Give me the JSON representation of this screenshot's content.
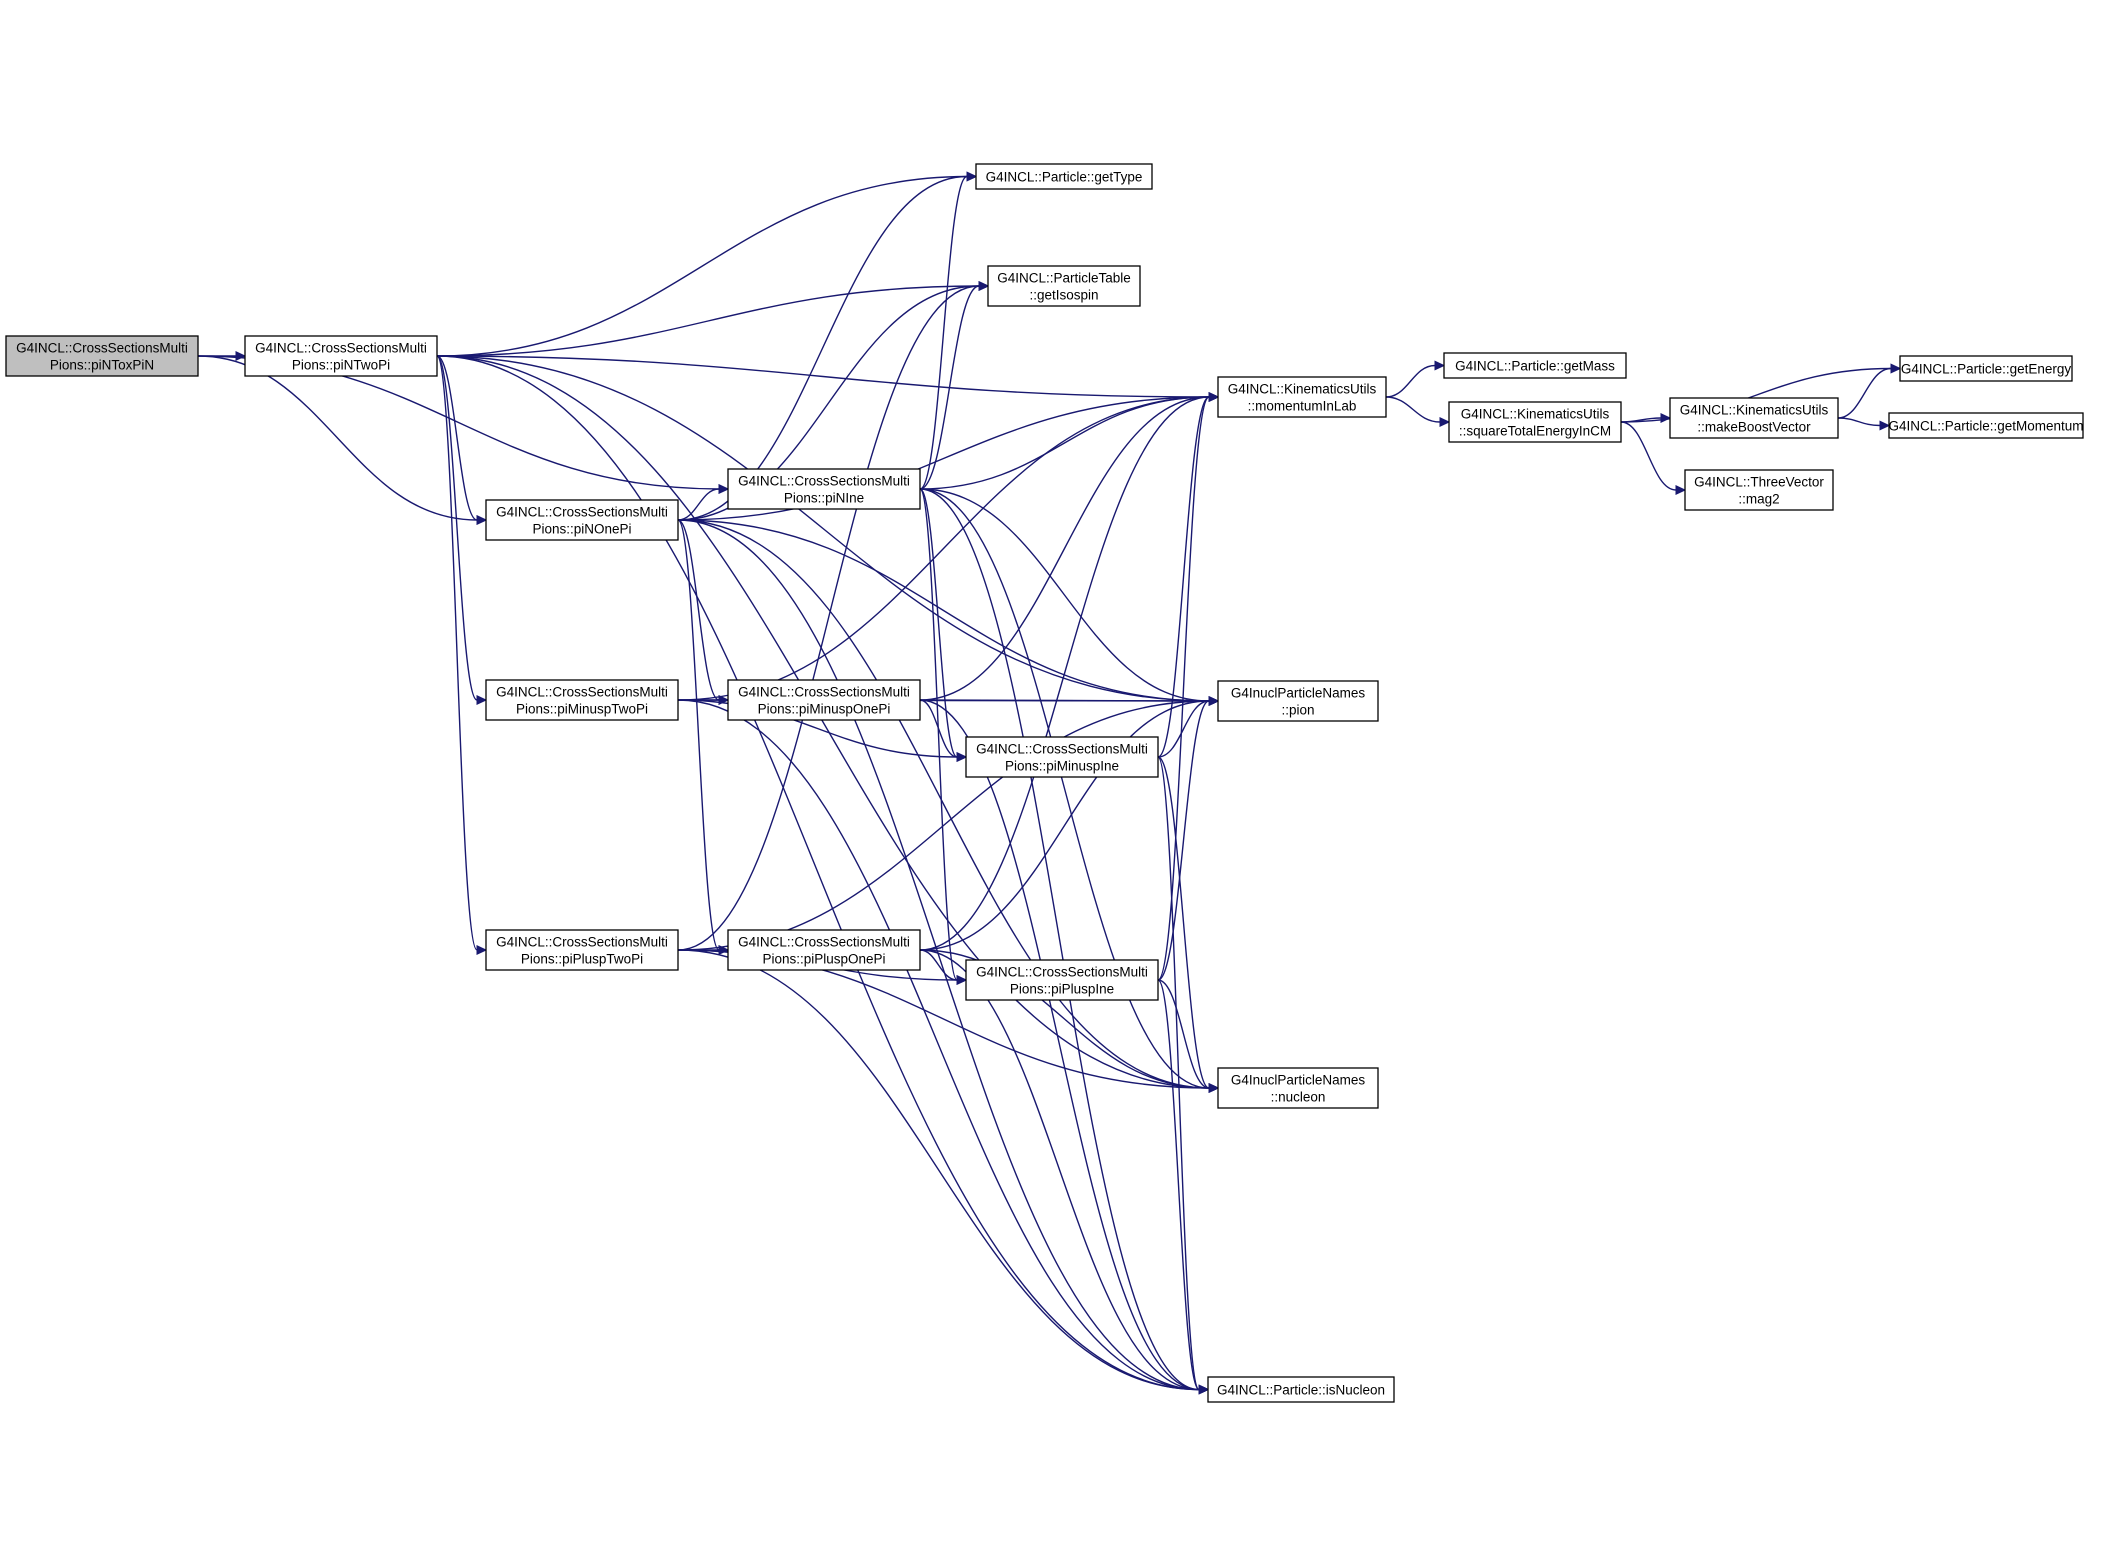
{
  "nodes": [
    {
      "id": "piNToxPiN",
      "lines": [
        "G4INCL::CrossSectionsMulti",
        "Pions::piNToxPiN"
      ],
      "root": true
    },
    {
      "id": "piNTwoPi",
      "lines": [
        "G4INCL::CrossSectionsMulti",
        "Pions::piNTwoPi"
      ]
    },
    {
      "id": "piNOnePi",
      "lines": [
        "G4INCL::CrossSectionsMulti",
        "Pions::piNOnePi"
      ]
    },
    {
      "id": "piMinuspTwoPi",
      "lines": [
        "G4INCL::CrossSectionsMulti",
        "Pions::piMinuspTwoPi"
      ]
    },
    {
      "id": "piPluspTwoPi",
      "lines": [
        "G4INCL::CrossSectionsMulti",
        "Pions::piPluspTwoPi"
      ]
    },
    {
      "id": "piNIne",
      "lines": [
        "G4INCL::CrossSectionsMulti",
        "Pions::piNIne"
      ]
    },
    {
      "id": "piMinuspOnePi",
      "lines": [
        "G4INCL::CrossSectionsMulti",
        "Pions::piMinuspOnePi"
      ]
    },
    {
      "id": "piPluspOnePi",
      "lines": [
        "G4INCL::CrossSectionsMulti",
        "Pions::piPluspOnePi"
      ]
    },
    {
      "id": "piMinuspIne",
      "lines": [
        "G4INCL::CrossSectionsMulti",
        "Pions::piMinuspIne"
      ]
    },
    {
      "id": "piPluspIne",
      "lines": [
        "G4INCL::CrossSectionsMulti",
        "Pions::piPluspIne"
      ]
    },
    {
      "id": "getType",
      "lines": [
        "G4INCL::Particle::getType"
      ]
    },
    {
      "id": "getIsospin",
      "lines": [
        "G4INCL::ParticleTable",
        "::getIsospin"
      ]
    },
    {
      "id": "momentumInLab",
      "lines": [
        "G4INCL::KinematicsUtils",
        "::momentumInLab"
      ]
    },
    {
      "id": "pion",
      "lines": [
        "G4InuclParticleNames",
        "::pion"
      ]
    },
    {
      "id": "nucleon",
      "lines": [
        "G4InuclParticleNames",
        "::nucleon"
      ]
    },
    {
      "id": "isNucleon",
      "lines": [
        "G4INCL::Particle::isNucleon"
      ]
    },
    {
      "id": "getMass",
      "lines": [
        "G4INCL::Particle::getMass"
      ]
    },
    {
      "id": "squareTotalEnergyInCM",
      "lines": [
        "G4INCL::KinematicsUtils",
        "::squareTotalEnergyInCM"
      ]
    },
    {
      "id": "makeBoostVector",
      "lines": [
        "G4INCL::KinematicsUtils",
        "::makeBoostVector"
      ]
    },
    {
      "id": "mag2",
      "lines": [
        "G4INCL::ThreeVector",
        "::mag2"
      ]
    },
    {
      "id": "getEnergy",
      "lines": [
        "G4INCL::Particle::getEnergy"
      ]
    },
    {
      "id": "getMomentum",
      "lines": [
        "G4INCL::Particle::getMomentum"
      ]
    }
  ],
  "edges": [
    [
      "piNToxPiN",
      "piNTwoPi"
    ],
    [
      "piNToxPiN",
      "piNOnePi"
    ],
    [
      "piNToxPiN",
      "piNIne"
    ],
    [
      "piNTwoPi",
      "getType"
    ],
    [
      "piNTwoPi",
      "getIsospin"
    ],
    [
      "piNTwoPi",
      "momentumInLab"
    ],
    [
      "piNTwoPi",
      "piNOnePi"
    ],
    [
      "piNTwoPi",
      "piMinuspTwoPi"
    ],
    [
      "piNTwoPi",
      "piPluspTwoPi"
    ],
    [
      "piNTwoPi",
      "pion"
    ],
    [
      "piNTwoPi",
      "nucleon"
    ],
    [
      "piNTwoPi",
      "isNucleon"
    ],
    [
      "piNOnePi",
      "getType"
    ],
    [
      "piNOnePi",
      "getIsospin"
    ],
    [
      "piNOnePi",
      "momentumInLab"
    ],
    [
      "piNOnePi",
      "piNIne"
    ],
    [
      "piNOnePi",
      "piMinuspOnePi"
    ],
    [
      "piNOnePi",
      "piPluspOnePi"
    ],
    [
      "piNOnePi",
      "pion"
    ],
    [
      "piNOnePi",
      "nucleon"
    ],
    [
      "piNOnePi",
      "isNucleon"
    ],
    [
      "piMinuspTwoPi",
      "momentumInLab"
    ],
    [
      "piMinuspTwoPi",
      "piMinuspOnePi"
    ],
    [
      "piMinuspTwoPi",
      "piMinuspIne"
    ],
    [
      "piMinuspTwoPi",
      "pion"
    ],
    [
      "piMinuspTwoPi",
      "isNucleon"
    ],
    [
      "piPluspTwoPi",
      "getIsospin"
    ],
    [
      "piPluspTwoPi",
      "piPluspOnePi"
    ],
    [
      "piPluspTwoPi",
      "piPluspIne"
    ],
    [
      "piPluspTwoPi",
      "pion"
    ],
    [
      "piPluspTwoPi",
      "nucleon"
    ],
    [
      "piPluspTwoPi",
      "isNucleon"
    ],
    [
      "piNIne",
      "getType"
    ],
    [
      "piNIne",
      "getIsospin"
    ],
    [
      "piNIne",
      "momentumInLab"
    ],
    [
      "piNIne",
      "piMinuspIne"
    ],
    [
      "piNIne",
      "piPluspIne"
    ],
    [
      "piNIne",
      "pion"
    ],
    [
      "piNIne",
      "nucleon"
    ],
    [
      "piNIne",
      "isNucleon"
    ],
    [
      "piMinuspOnePi",
      "momentumInLab"
    ],
    [
      "piMinuspOnePi",
      "piMinuspIne"
    ],
    [
      "piMinuspOnePi",
      "pion"
    ],
    [
      "piMinuspOnePi",
      "isNucleon"
    ],
    [
      "piPluspOnePi",
      "momentumInLab"
    ],
    [
      "piPluspOnePi",
      "piPluspIne"
    ],
    [
      "piPluspOnePi",
      "pion"
    ],
    [
      "piPluspOnePi",
      "nucleon"
    ],
    [
      "piPluspOnePi",
      "isNucleon"
    ],
    [
      "piMinuspIne",
      "momentumInLab"
    ],
    [
      "piMinuspIne",
      "pion"
    ],
    [
      "piMinuspIne",
      "nucleon"
    ],
    [
      "piMinuspIne",
      "isNucleon"
    ],
    [
      "piPluspIne",
      "momentumInLab"
    ],
    [
      "piPluspIne",
      "pion"
    ],
    [
      "piPluspIne",
      "nucleon"
    ],
    [
      "piPluspIne",
      "isNucleon"
    ],
    [
      "momentumInLab",
      "getMass"
    ],
    [
      "momentumInLab",
      "squareTotalEnergyInCM"
    ],
    [
      "squareTotalEnergyInCM",
      "getEnergy"
    ],
    [
      "squareTotalEnergyInCM",
      "makeBoostVector"
    ],
    [
      "squareTotalEnergyInCM",
      "mag2"
    ],
    [
      "makeBoostVector",
      "getEnergy"
    ],
    [
      "makeBoostVector",
      "getMomentum"
    ]
  ]
}
